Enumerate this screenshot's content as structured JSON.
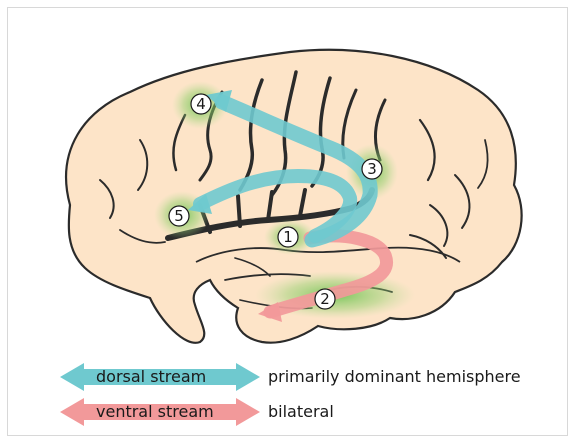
{
  "colors": {
    "brain_fill": "#fde4c8",
    "brain_outline": "#2b2b2b",
    "sulci": "#2b2b2b",
    "dorsal": "#6fc9cf",
    "ventral": "#f2999a",
    "region_glow": "#7ac65a"
  },
  "regions": [
    {
      "id": "1",
      "label": "1"
    },
    {
      "id": "2",
      "label": "2"
    },
    {
      "id": "3",
      "label": "3"
    },
    {
      "id": "4",
      "label": "4"
    },
    {
      "id": "5",
      "label": "5"
    }
  ],
  "legend": {
    "dorsal": {
      "label": "dorsal stream",
      "description": "primarily dominant hemisphere"
    },
    "ventral": {
      "label": "ventral stream",
      "description": "bilateral"
    }
  }
}
